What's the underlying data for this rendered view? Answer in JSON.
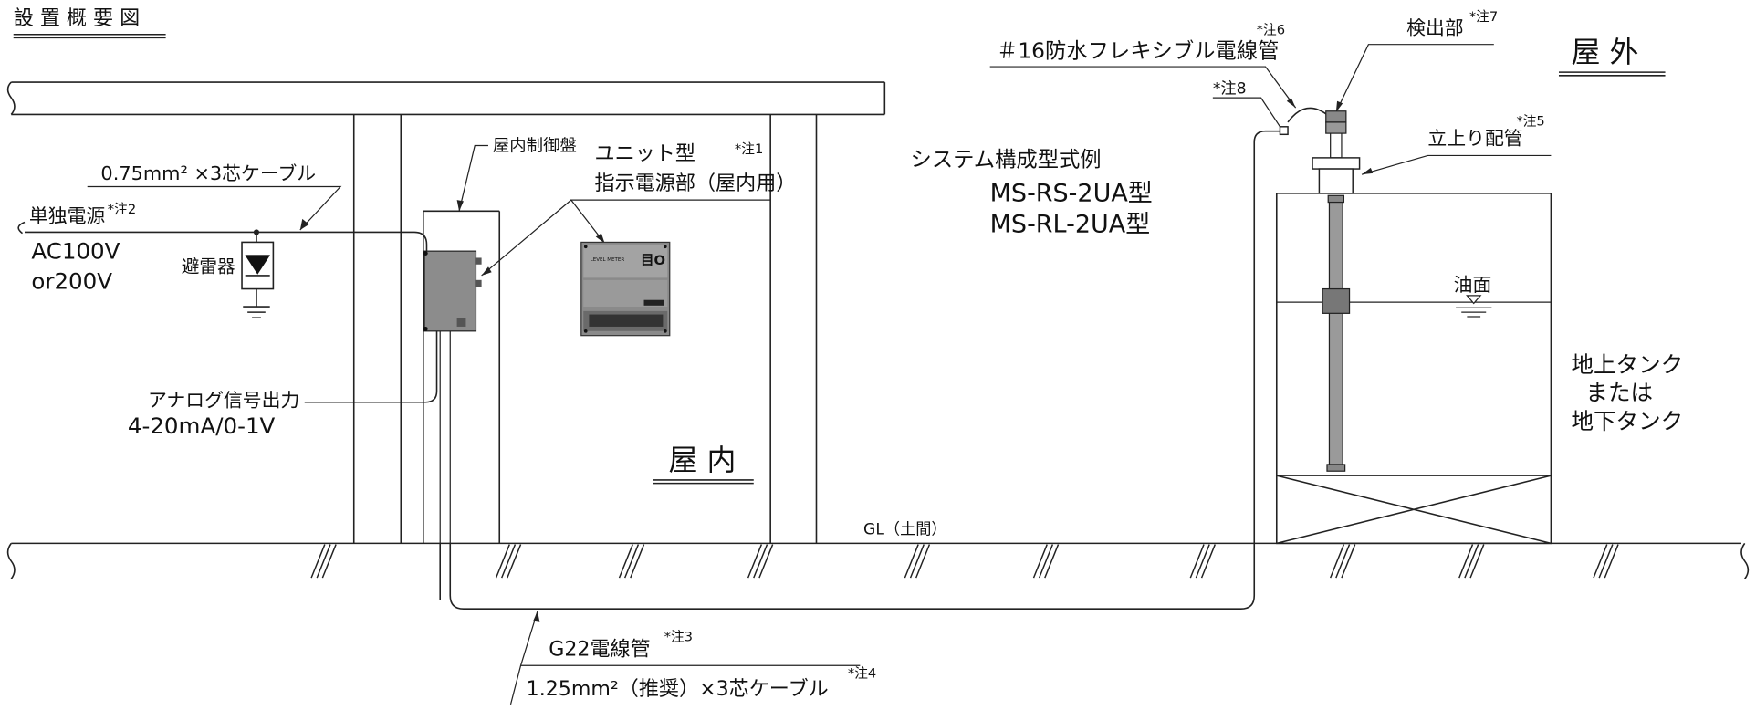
{
  "title": "設 置 概 要 図",
  "labels": {
    "outdoor": "屋 外",
    "indoor": "屋 内",
    "conduit_flex": "＃16防水フレキシブル電線管",
    "note6": "*注6",
    "detector": "検出部",
    "note7": "*注7",
    "note8": "*注8",
    "riser": "立上り配管",
    "note5": "*注5",
    "system_title": "システム構成型式例",
    "model1": "MS-RS-2UA型",
    "model2": "MS-RL-2UA型",
    "oil_surface": "油面",
    "tank1": "地上タンク",
    "tank2": "または",
    "tank3": "地下タンク",
    "panel": "屋内制御盤",
    "unit_line1": "ユニット型",
    "note1": "*注1",
    "unit_line2": "指示電源部（屋内用）",
    "cable075": "0.75mm² ×3芯ケーブル",
    "power": "単独電源",
    "note2": "*注2",
    "ac100": "AC100V",
    "or200": "or200V",
    "arrester": "避雷器",
    "analog": "アナログ信号出力",
    "analog_range": "4-20mA/0-1V",
    "gl": "GL（土間）",
    "g22": "G22電線管",
    "note3": "*注3",
    "cable125": "1.25mm²（推奨）×3芯ケーブル",
    "note4": "*注4",
    "meter_text": "LEVEL METER"
  }
}
